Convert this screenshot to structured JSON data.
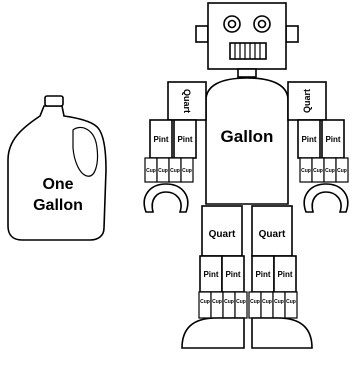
{
  "jug": {
    "line1": "One",
    "line2": "Gallon"
  },
  "robot": {
    "body": "Gallon",
    "arm_quart": "Quart",
    "leg_quart": "Quart",
    "pint": "Pint",
    "cup": "Cup"
  }
}
